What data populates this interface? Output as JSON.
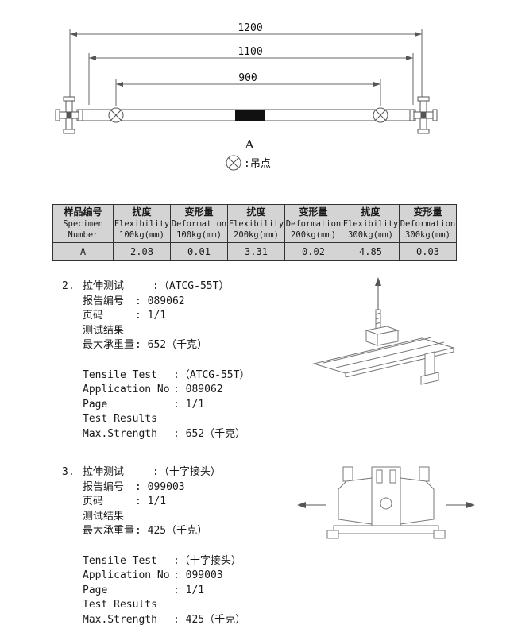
{
  "diagram": {
    "dim_1200": "1200",
    "dim_1100": "1100",
    "dim_900": "900",
    "block_label": "A",
    "legend_label": ":吊点"
  },
  "table": {
    "columns": [
      {
        "cn": "样品编号",
        "en1": "Specimen",
        "en2": "Number"
      },
      {
        "cn": "扰度",
        "en1": "Flexibility",
        "en2": "100kg(mm)"
      },
      {
        "cn": "变形量",
        "en1": "Deformation",
        "en2": "100kg(mm)"
      },
      {
        "cn": "扰度",
        "en1": "Flexibility",
        "en2": "200kg(mm)"
      },
      {
        "cn": "变形量",
        "en1": "Deformation",
        "en2": "200kg(mm)"
      },
      {
        "cn": "扰度",
        "en1": "Flexibility",
        "en2": "300kg(mm)"
      },
      {
        "cn": "变形量",
        "en1": "Deformation",
        "en2": "300kg(mm)"
      }
    ],
    "row": [
      "A",
      "2.08",
      "0.01",
      "3.31",
      "0.02",
      "4.85",
      "0.03"
    ]
  },
  "section2": {
    "num": "2.",
    "cn": {
      "title_label": "拉伸测试",
      "title_value": ":（ATCG-55T）",
      "report_label": "报告编号",
      "report_value": ": 089062",
      "page_label": "页码",
      "page_value": ": 1/1",
      "results_label": "测试结果",
      "strength_label": "最大承重量",
      "strength_value": ": 652（千克）"
    },
    "en": {
      "title_label": "Tensile Test",
      "title_value": ":（ATCG-55T）",
      "report_label": "Application No",
      "report_value": ": 089062",
      "page_label": "Page",
      "page_value": ": 1/1",
      "results_label": "Test Results",
      "strength_label": "Max.Strength",
      "strength_value": ": 652（千克）"
    }
  },
  "section3": {
    "num": "3.",
    "cn": {
      "title_label": "拉伸测试",
      "title_value": ":（十字接头）",
      "report_label": "报告编号",
      "report_value": ": 099003",
      "page_label": "页码",
      "page_value": ": 1/1",
      "results_label": "测试结果",
      "strength_label": "最大承重量",
      "strength_value": ": 425（千克）"
    },
    "en": {
      "title_label": "Tensile Test",
      "title_value": ":（十字接头）",
      "report_label": "Application No",
      "report_value": ": 099003",
      "page_label": "Page",
      "page_value": ": 1/1",
      "results_label": "Test Results",
      "strength_label": "Max.Strength",
      "strength_value": ": 425（千克）"
    }
  }
}
